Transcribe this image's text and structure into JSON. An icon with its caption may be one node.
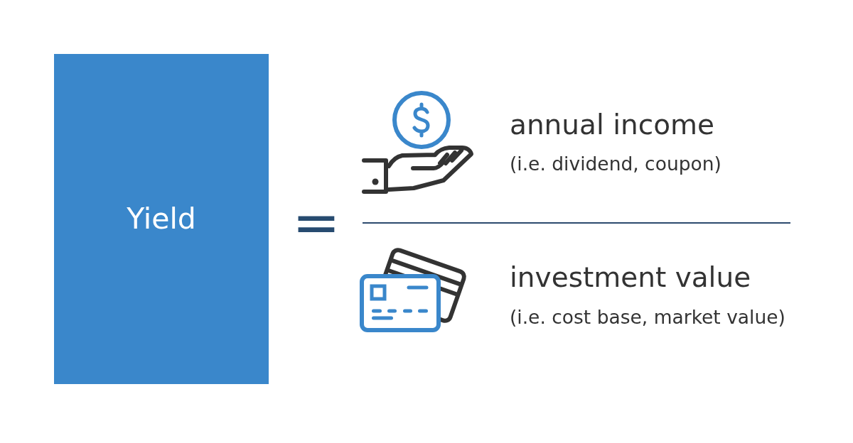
{
  "diagram": {
    "nodes": [
      {
        "text": [
          "Yield"
        ]
      }
    ],
    "labels": [
      "=",
      "annual income",
      "(i.e. dividend, coupon)",
      "investment value",
      "(i.e. cost base, market value)"
    ]
  }
}
